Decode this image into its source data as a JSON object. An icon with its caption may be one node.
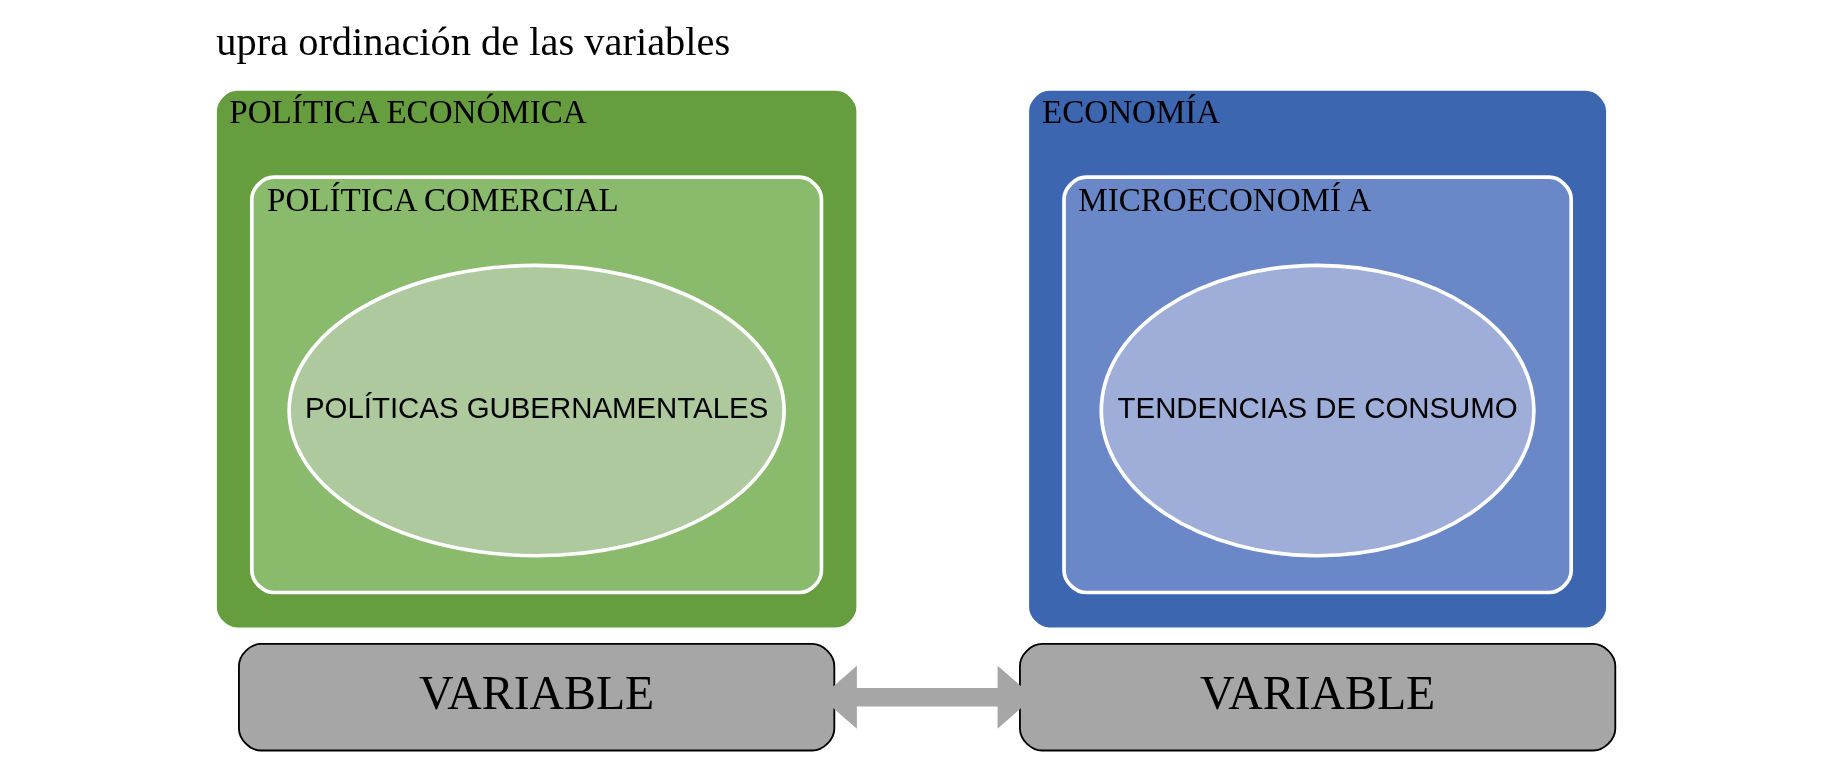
{
  "diagram": {
    "title": "upra ordinación de las variables",
    "nodes": [
      {
        "text": [
          "POLÍTICA ECONÓMICA"
        ]
      },
      {
        "text": [
          "POLÍTICA COMERCIAL"
        ],
        "in": 0
      },
      {
        "text": [
          "POLÍTICAS GUBERNAMENTALES"
        ],
        "in": 1
      },
      {
        "text": [
          "ECONOMÍA"
        ]
      },
      {
        "text": [
          "MICROECONOMÍ A"
        ],
        "in": 3
      },
      {
        "text": [
          "TENDENCIAS DE CONSUMO"
        ],
        "in": 4
      },
      {
        "text": [
          "VARIABLE"
        ]
      },
      {
        "text": [
          "VARIABLE"
        ]
      }
    ],
    "edges": [
      {
        "from": 6,
        "to": 7,
        "arrow": "both"
      }
    ]
  }
}
